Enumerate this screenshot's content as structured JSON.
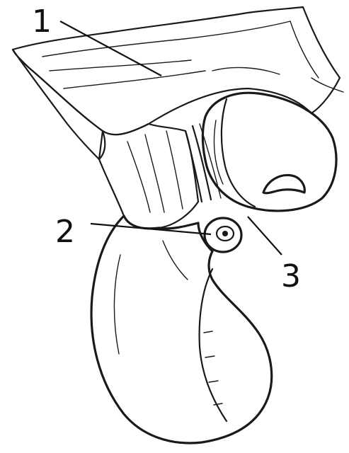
{
  "figure": {
    "callouts": [
      {
        "id": "1",
        "label": "1"
      },
      {
        "id": "2",
        "label": "2"
      },
      {
        "id": "3",
        "label": "3"
      }
    ],
    "colors": {
      "ink": "#1a1a1a",
      "paper": "#ffffff",
      "stipple": "#8a8a8a"
    }
  }
}
